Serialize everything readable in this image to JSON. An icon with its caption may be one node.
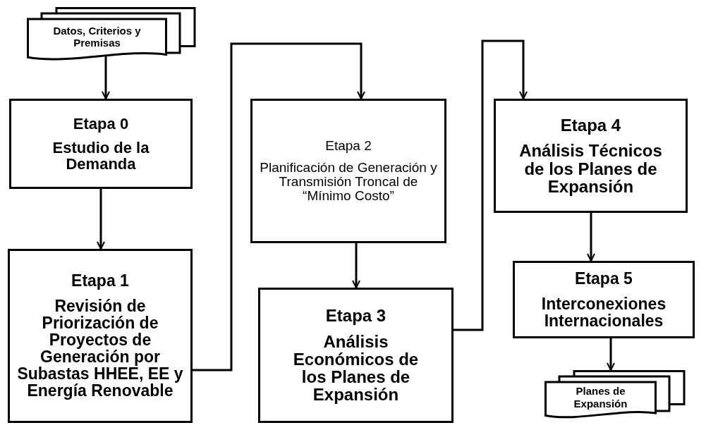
{
  "diagram": {
    "nodes": [
      {
        "text": [
          "Datos, Criterios y Premisas"
        ]
      },
      {
        "text": [
          "Etapa 0",
          "Estudio de la Demanda"
        ]
      },
      {
        "text": [
          "Etapa 1",
          "Revisión de Priorización de Proyectos de Generación por Subastas HHEE, EE y Energía Renovable"
        ]
      },
      {
        "text": [
          "Etapa 2",
          "Planificación de Generación y Transmisión Troncal de “Mínimo Costo”"
        ]
      },
      {
        "text": [
          "Etapa 3",
          "Análisis Económicos de los Planes de Expansión"
        ]
      },
      {
        "text": [
          "Etapa 4",
          "Análisis Técnicos de los Planes de Expansión"
        ]
      },
      {
        "text": [
          "Etapa 5",
          "Interconexiones Internacionales"
        ]
      },
      {
        "text": [
          "Planes de Expansión"
        ]
      }
    ],
    "edges": [
      {
        "from": 0,
        "to": 1,
        "arrow": "to"
      },
      {
        "from": 1,
        "to": 2,
        "arrow": "to"
      },
      {
        "from": 2,
        "to": 3,
        "arrow": "to"
      },
      {
        "from": 3,
        "to": 4,
        "arrow": "to"
      },
      {
        "from": 4,
        "to": 5,
        "arrow": "to"
      },
      {
        "from": 5,
        "to": 6,
        "arrow": "to"
      },
      {
        "from": 6,
        "to": 7,
        "arrow": "to"
      }
    ]
  }
}
